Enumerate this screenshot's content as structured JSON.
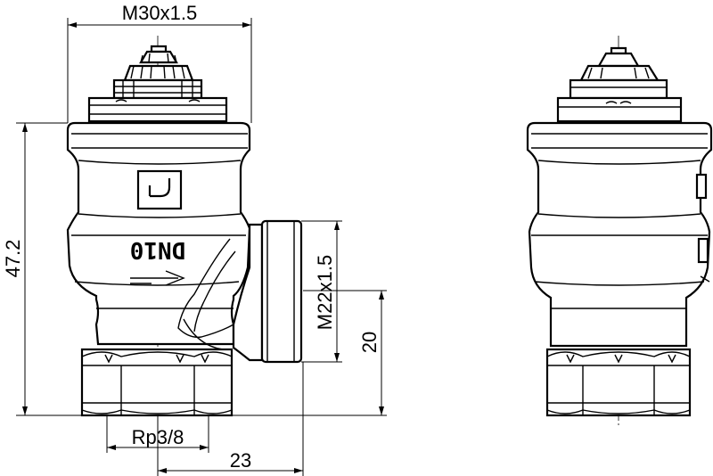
{
  "dimensions": {
    "top_thread": "M30x1.5",
    "overall_height": "47.2",
    "side_thread": "M22x1.5",
    "side_height": "20",
    "pipe_thread": "Rp3/8",
    "offset": "23"
  },
  "body_marking": {
    "size_label": "DN10"
  }
}
